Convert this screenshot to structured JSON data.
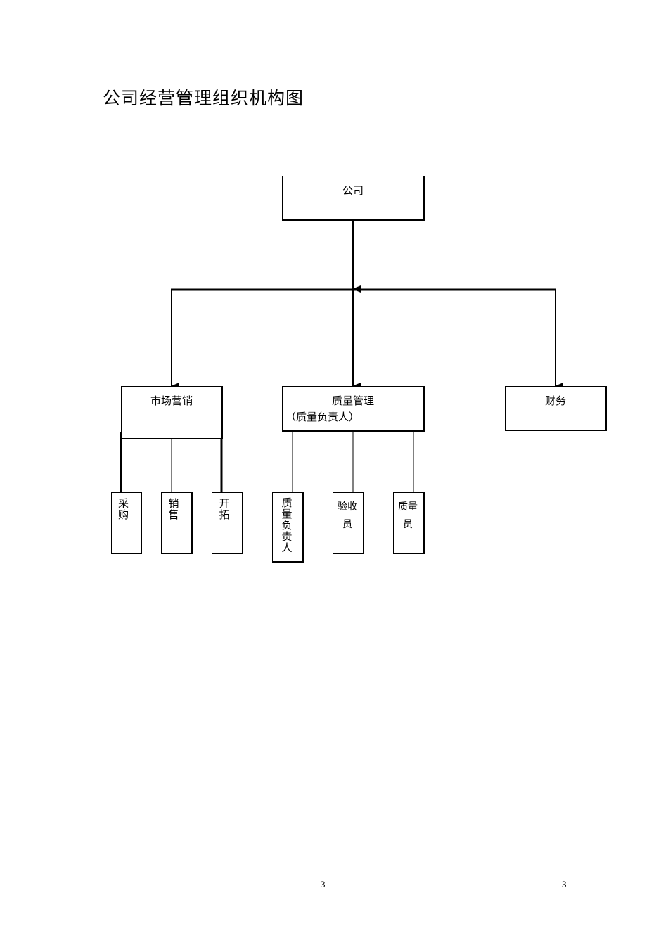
{
  "title": "公司经营管理组织机构图",
  "nodes": {
    "company": "公司",
    "marketing": "市场营销",
    "quality": "质量管理",
    "quality_sub": "（质量负责人）",
    "finance": "财务",
    "purchase": "采购",
    "sales": "销售",
    "expand": "开拓",
    "quality_lead": "质量负责人",
    "inspector": "验收员",
    "quality_staff": "质量员"
  },
  "page_numbers": [
    "3",
    "3"
  ]
}
